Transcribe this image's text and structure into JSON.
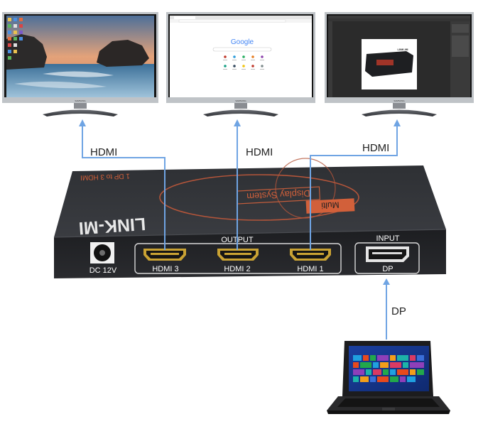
{
  "monitors": [
    {
      "id": "monitor-1",
      "brand": "SAMSUNG",
      "content": "desktop-wallpaper"
    },
    {
      "id": "monitor-2",
      "brand": "SAMSUNG",
      "content": "browser-google"
    },
    {
      "id": "monitor-3",
      "brand": "SAMSUNG",
      "content": "photo-editor"
    }
  ],
  "browser": {
    "logo": "Google"
  },
  "editor_product_logo": "LINK-MI",
  "cables": {
    "out1": "HDMI",
    "out2": "HDMI",
    "out3": "HDMI",
    "input": "DP"
  },
  "device": {
    "brand": "LINK-MI",
    "model_text": "1 DP to 3 HDMI",
    "multi_label": "Multi",
    "display_system_label": "Display System",
    "output_section_label": "OUTPUT",
    "input_section_label": "INPUT",
    "power_label": "DC 12V",
    "ports": [
      "HDMI 3",
      "HDMI 2",
      "HDMI 1"
    ],
    "input_port": "DP"
  },
  "colors": {
    "cable": "#6fa4e3",
    "device_body": "#222326",
    "device_top": "#34363b",
    "accent_orange": "#d2603a",
    "label_white": "#ffffff"
  }
}
